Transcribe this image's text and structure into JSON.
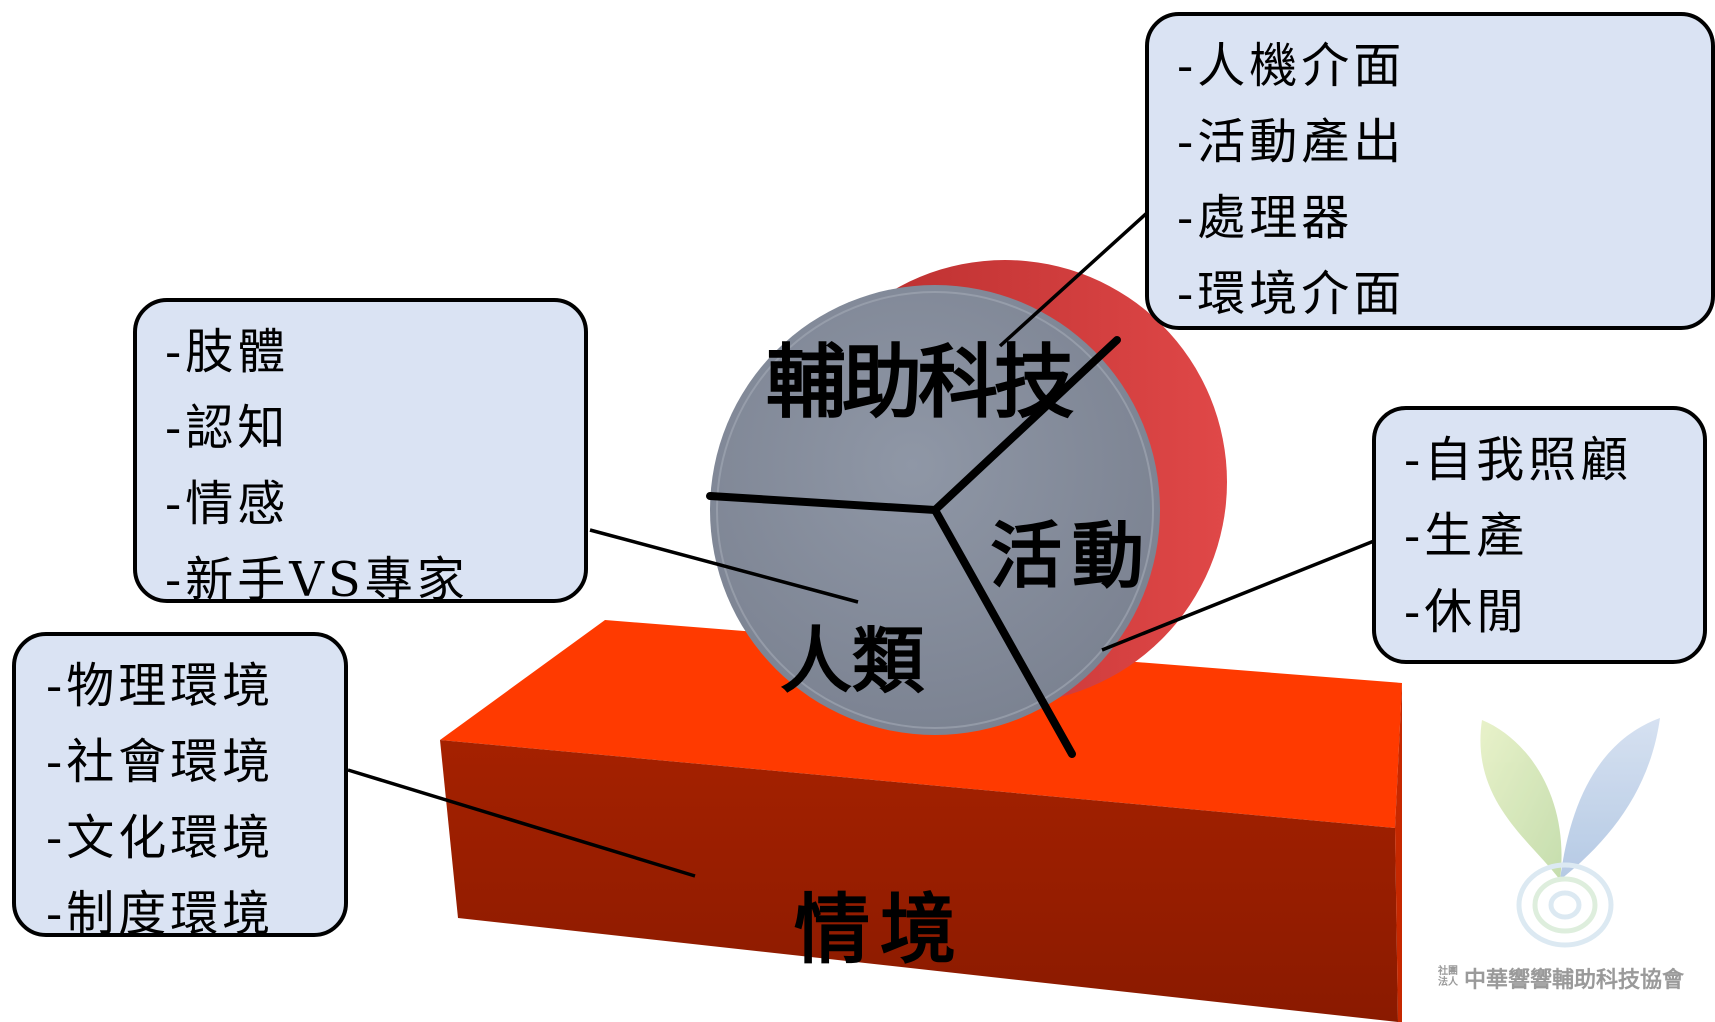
{
  "center": {
    "technology": "輔助科技",
    "activity": "活動",
    "human": "人類",
    "context": "情境"
  },
  "boxes": {
    "technology": [
      "-人機介面",
      "-活動產出",
      "-處理器",
      "-環境介面"
    ],
    "human": [
      "-肢體",
      "-認知",
      "-情感",
      "-新手VS專家"
    ],
    "activity": [
      "-自我照顧",
      "-生產",
      "-休閒"
    ],
    "context": [
      "-物理環境",
      "-社會環境",
      "-文化環境",
      "-制度環境"
    ]
  },
  "watermark": {
    "prefix": "社團法人",
    "name": "中華響響輔助科技協會"
  },
  "colors": {
    "box_fill": "#dae3f3",
    "disc_face": "#848b99",
    "disc_rim": "#d23c3c",
    "base_top": "#ff3a00",
    "base_front": "#9b1f00"
  }
}
